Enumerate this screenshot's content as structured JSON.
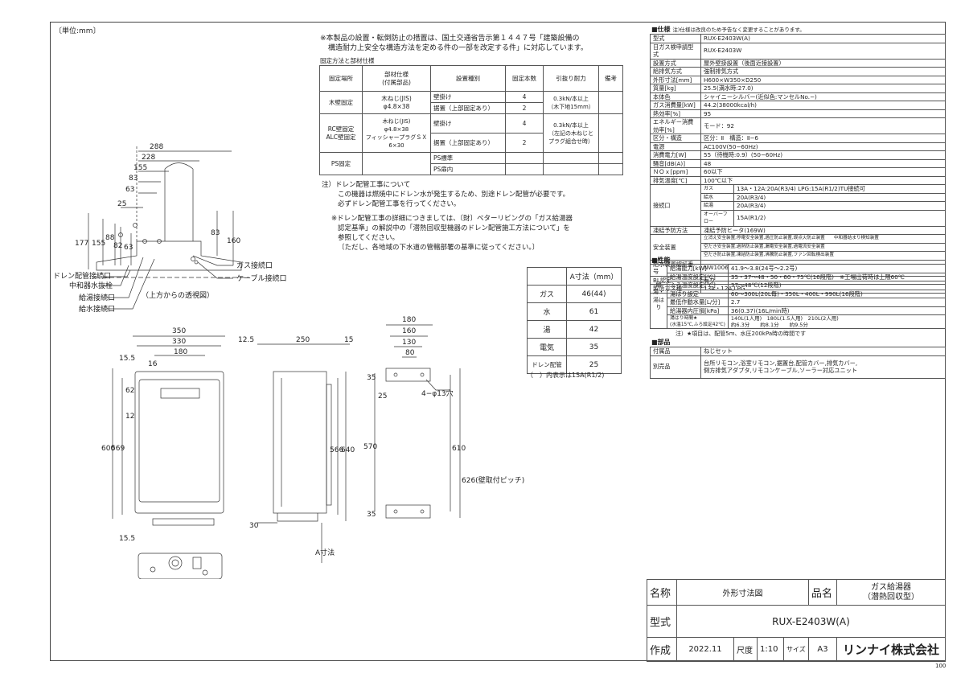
{
  "unit_label": "〔単位:mm〕",
  "page_number": "100",
  "notice_1": "※本製品の設置・転倒防止の措置は、国土交通省告示第１４４７号「建築設備の",
  "notice_2": "構造耐力上安全な構造方法を定める件の一部を改定する件」に対応しています。",
  "fixing_title": "固定方法と部材仕様",
  "fixing": {
    "headers": [
      "固定場所",
      "部材仕様\n(付属部品)",
      "設置種別",
      "固定本数",
      "引抜り耐力",
      "備考"
    ],
    "wood_place": "木壁固定",
    "wood_spec": "木ねじ(JIS)\nφ4.8×38",
    "wood_rows": [
      {
        "type": "壁掛け",
        "count": "4"
      },
      {
        "type": "据置（上部固定あり）",
        "count": "2"
      }
    ],
    "wood_force": "0.3kN/本以上\n（木下地15mm）",
    "rc_place": "RC壁固定\nALC壁固定",
    "rc_spec": "木ねじ(JIS)\nφ4.8×38\nフィッシャープラグＳＸ\n6×30",
    "rc_rows": [
      {
        "type": "壁掛け",
        "count": "4"
      },
      {
        "type": "据置（上部固定あり）",
        "count": "2"
      }
    ],
    "rc_force": "0.3kN/本以上\n（左記の木ねじと\nプラグ組合せ時）",
    "ps_place": "PS固定",
    "ps_rows": [
      "PS標準",
      "PS扉内"
    ]
  },
  "drain_notes": [
    "注）ドレン配管工事について",
    "この機器は燃焼中にドレン水が発生するため、別途ドレン配管が必要です。",
    "必ずドレン配管工事を行ってください。",
    "※ドレン配管工事の詳細につきましては、〔財〕ベターリビングの「ガス給湯器",
    "認定基準」の解説中の「潜熱回収型機器のドレン配管施工方法について」を",
    "参照してください。",
    "〔ただし、各地域の下水道の管轄部署の基準に従ってください。〕"
  ],
  "a_table": {
    "header": "A寸法（mm）",
    "rows": [
      {
        "label": "ガス",
        "value": "46(44)"
      },
      {
        "label": "水",
        "value": "61"
      },
      {
        "label": "湯",
        "value": "42"
      },
      {
        "label": "電気",
        "value": "35"
      },
      {
        "label": "ドレン配管",
        "value": "25"
      }
    ],
    "note": "（　）内表示は15A(R1/2)"
  },
  "top_view": {
    "dims": [
      "288",
      "228",
      "155",
      "83",
      "63",
      "25",
      "177",
      "155",
      "88",
      "82",
      "63",
      "83",
      "160"
    ],
    "labels": [
      "ドレン配管接続口",
      "中和器水抜栓",
      "給湯接続口",
      "給水接続口",
      "ガス接続口",
      "ケーブル接続口"
    ],
    "caption": "（上方からの透視図）"
  },
  "front_view": {
    "dims": [
      "350",
      "330",
      "180",
      "16",
      "15.5",
      "62",
      "12",
      "600",
      "569",
      "15.5"
    ]
  },
  "side_view": {
    "dims": [
      "12.5",
      "250",
      "15",
      "566",
      "640",
      "570",
      "30",
      "A寸法"
    ]
  },
  "bracket_view": {
    "dims": [
      "180",
      "160",
      "130",
      "80",
      "35",
      "25",
      "610",
      "626(壁取付ピッチ)",
      "35"
    ],
    "hole": "4−φ13穴"
  },
  "spec": {
    "title": "■仕様",
    "note": "注)仕様は改良のため予告なく変更することがあります。",
    "rows": [
      [
        "型式",
        "RUX-E2403W(A)"
      ],
      [
        "日ガス検申請型式",
        "RUX-E2403W"
      ],
      [
        "設置方式",
        "屋外壁掛設置（後面近接設置）"
      ],
      [
        "給排気方式",
        "強制排気方式"
      ],
      [
        "外形寸法[mm]",
        "H600×W350×D250"
      ],
      [
        "質量[kg]",
        "25.5(満水時:27.0)"
      ],
      [
        "本体色",
        "シャイニーシルバー(近似色:マンセルNo.−)"
      ],
      [
        "ガス消費量[kW]",
        "44.2(38000kcal/h)"
      ],
      [
        "熱効率[%]",
        "95"
      ],
      [
        "エネルギー消費効率[%]",
        "モード：92"
      ],
      [
        "区分・構造",
        "区分：Ⅱ　構造：Ⅱ−6"
      ],
      [
        "電源",
        "AC100V(50−60Hz)"
      ],
      [
        "消費電力[W]",
        "55（待機時:0.9）(50−60Hz)"
      ],
      [
        "騒音[dB(A)]",
        "48"
      ],
      [
        "ＮＯｘ[ppm]",
        "60以下"
      ],
      [
        "排気温度[℃]",
        "100℃以下"
      ]
    ],
    "connect_label": "接続口",
    "connect_rows": [
      [
        "ガス",
        "13A・12A:20A(R3/4) LPG:15A(R1/2)TU接続可"
      ],
      [
        "給水",
        "20A(R3/4)"
      ],
      [
        "給湯",
        "20A(R3/4)"
      ],
      [
        "オーバーフロー",
        "15A(R1/2)"
      ]
    ],
    "freeze": [
      "凍結予防方法",
      "凍結予防ヒータ(169W)"
    ],
    "safety_label": "安全装置",
    "safety_lines": [
      "立消え安全装置,停電安全装置,過圧防止装置,誤点火防止装置　　中和器詰まり検知装置",
      "空だき安全装置,過熱防止装置,漏電安全装置,過電流安全装置",
      "空だき防止装置,凍結防止装置,沸騰防止装置,ファン回転検出装置"
    ],
    "extra_rows": [
      [
        "給水装置認証番号",
        "NW1006"
      ],
      [
        "BL認定",
        "有り"
      ],
      [
        "製造ガス種",
        "13A・12A,LPG"
      ]
    ],
    "perf_title": "■性能",
    "perf_group": "給湯・湯はり",
    "perf_rows": [
      [
        "給湯能力[kW]",
        "41.9〜3.8(24号〜2.2号)"
      ],
      [
        "給湯温度設定[℃]",
        "35・37〜48・50・60・75℃(16段階)　※工場出荷時は上限60℃"
      ],
      [
        "ふろ温度設定[℃]",
        "37〜48℃(12段階)"
      ],
      [
        "湯はり設定",
        "60〜300L(20L毎)・350L・400L・990L(16段階)"
      ],
      [
        "最低作動水量[L/分]",
        "2.7"
      ],
      [
        "給湯器内圧損[kPa]",
        "36(0.37)(16L/min時)"
      ]
    ],
    "fill_label": "湯はり時間★\n(水温15℃,ふろ設定42℃)",
    "fill_value": "140L(1人用)　180L(1.5人用)　210L(2人用)\n約6.3分　　約8.1分　　約9.5分",
    "perf_note": "注）★項目は、配管5m、水圧200kPa時の時間です",
    "parts_title": "■部品",
    "parts_rows": [
      [
        "付属品",
        "ねじセット"
      ],
      [
        "別売品",
        "台所リモコン,浴室リモコン,据置台,配管カバー,排気カバー,\n側方排気アダプタ,リモコンケーブル,ソーラー対応ユニット"
      ]
    ]
  },
  "title_block": {
    "name_label": "名称",
    "name_value": "外形寸法図",
    "product_label": "品名",
    "product_value": "ガス給湯器\n（潜熱回収型）",
    "model_label": "型式",
    "model_value": "RUX-E2403W(A)",
    "made_label": "作成",
    "made_value": "2022.11",
    "scale_label": "尺度",
    "scale_value": "1:10",
    "size_label": "サイズ",
    "size_value": "A3",
    "company": "リンナイ株式会社"
  }
}
